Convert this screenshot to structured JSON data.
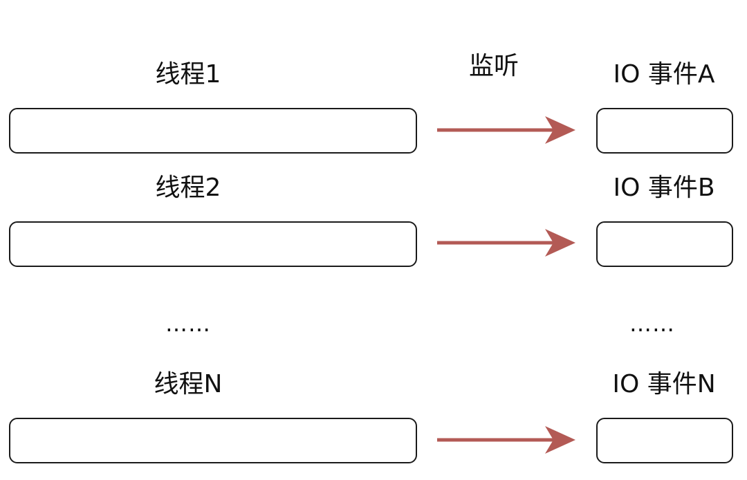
{
  "header": {
    "monitor_label": "监听"
  },
  "rows": [
    {
      "thread_label": "线程1",
      "event_label": "IO 事件A"
    },
    {
      "thread_label": "线程2",
      "event_label": "IO 事件B"
    },
    {
      "thread_label": "线程N",
      "event_label": "IO 事件N"
    }
  ],
  "ellipsis": {
    "thread": "……",
    "event": "……"
  },
  "colors": {
    "arrow": "#b35a55",
    "box_border": "#1a1a1a"
  }
}
